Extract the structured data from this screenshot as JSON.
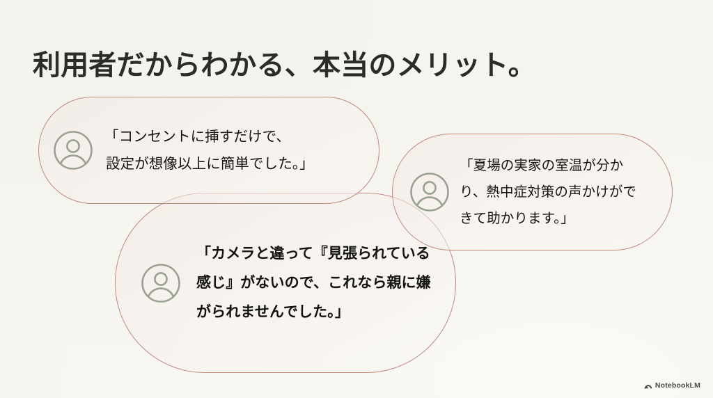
{
  "slide": {
    "title": "利用者だからわかる、本当のメリット。",
    "background_color": "#f6f4ef",
    "title_color": "#2b2b27",
    "bubble_border_color": "#bf8b7d",
    "avatar_color": "#9aa193"
  },
  "testimonials": [
    {
      "id": "bubble-1",
      "avatar_icon": "user-avatar-icon",
      "quote": "「コンセントに挿すだけで、\n設定が想像以上に簡単でした。」"
    },
    {
      "id": "bubble-2",
      "avatar_icon": "user-avatar-icon",
      "quote": "「夏場の実家の室温が分かり、熱中症対策の声かけができて助かります。」"
    },
    {
      "id": "bubble-3",
      "avatar_icon": "user-avatar-icon",
      "quote": "「カメラと違って『見張られている感じ』がないので、これなら親に嫌がられませんでした。」"
    }
  ],
  "watermark": {
    "icon": "notebooklm-logo-icon",
    "label": "NotebookLM"
  }
}
